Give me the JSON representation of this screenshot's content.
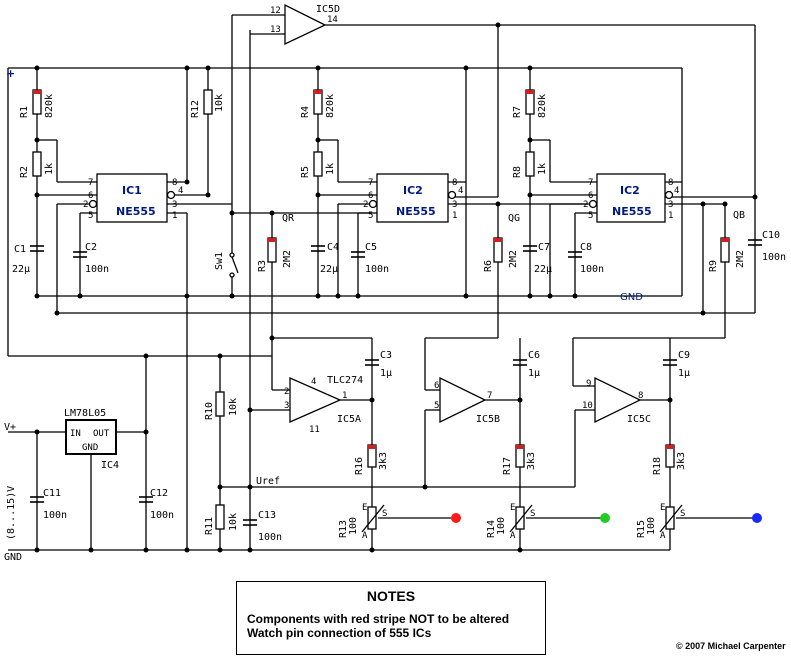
{
  "notes": {
    "title": "NOTES",
    "line1": "Components with red stripe NOT to be altered",
    "line2": "Watch pin connection of 555 ICs"
  },
  "copyright": "© 2007 Michael Carpenter",
  "rails": {
    "plus": "+",
    "gnd": "GND",
    "vplus": "V+",
    "vrange": "(8...15)V",
    "gnd_label": "GND",
    "uref": "Uref"
  },
  "regulator": {
    "name": "LM78L05",
    "in": "IN",
    "out": "OUT",
    "gnd": "GND",
    "ref": "IC4"
  },
  "timers": [
    {
      "ref": "IC1",
      "type": "NE555",
      "r_top": "R1",
      "r_top_v": "820k",
      "r_mid": "R2",
      "r_mid_v": "1k",
      "c_timing": "C1",
      "c_timing_v": "22µ",
      "c_ctrl": "C2",
      "c_ctrl_v": "100n",
      "out_label": "QR",
      "r_out": "R3",
      "r_out_v": "2M2"
    },
    {
      "ref": "IC2",
      "type": "NE555",
      "r_top": "R4",
      "r_top_v": "820k",
      "r_mid": "R5",
      "r_mid_v": "1k",
      "c_timing": "C4",
      "c_timing_v": "22µ",
      "c_ctrl": "C5",
      "c_ctrl_v": "100n",
      "out_label": "QG",
      "r_out": "R6",
      "r_out_v": "2M2"
    },
    {
      "ref": "IC2",
      "type": "NE555",
      "r_top": "R7",
      "r_top_v": "820k",
      "r_mid": "R8",
      "r_mid_v": "1k",
      "c_timing": "C7",
      "c_timing_v": "22µ",
      "c_ctrl": "C8",
      "c_ctrl_v": "100n",
      "out_label": "QB",
      "r_out": "R9",
      "r_out_v": "2M2"
    }
  ],
  "pins": {
    "p7": "7",
    "p6": "6",
    "p2": "2",
    "p5": "5",
    "p8": "8",
    "p4": "4",
    "p3": "3",
    "p1": "1",
    "p12": "12",
    "p13": "13",
    "p14": "14",
    "p11": "11",
    "p9": "9",
    "p10": "10"
  },
  "misc": {
    "r12": "R12",
    "r12_v": "10k",
    "sw1": "Sw1",
    "c10": "C10",
    "c10_v": "100n",
    "ic5d": "IC5D",
    "tlc": "TLC274",
    "r10": "R10",
    "r10_v": "10k",
    "r11": "R11",
    "r11_v": "10k",
    "c13": "C13",
    "c13_v": "100n",
    "c11": "C11",
    "c11_v": "100n",
    "c12": "C12",
    "c12_v": "100n"
  },
  "opamps": [
    {
      "ref": "IC5A",
      "cap": "C3",
      "cap_v": "1µ",
      "r": "R16",
      "r_v": "3k3",
      "pot": "R13",
      "pot_v": "100",
      "led_color": "#ff1a1a"
    },
    {
      "ref": "IC5B",
      "cap": "C6",
      "cap_v": "1µ",
      "r": "R17",
      "r_v": "3k3",
      "pot": "R14",
      "pot_v": "100",
      "led_color": "#22cc22"
    },
    {
      "ref": "IC5C",
      "cap": "C9",
      "cap_v": "1µ",
      "r": "R18",
      "r_v": "3k3",
      "pot": "R15",
      "pot_v": "100",
      "led_color": "#1a2aff"
    }
  ],
  "pot_pins": {
    "e": "E",
    "a": "A",
    "s": "S"
  }
}
